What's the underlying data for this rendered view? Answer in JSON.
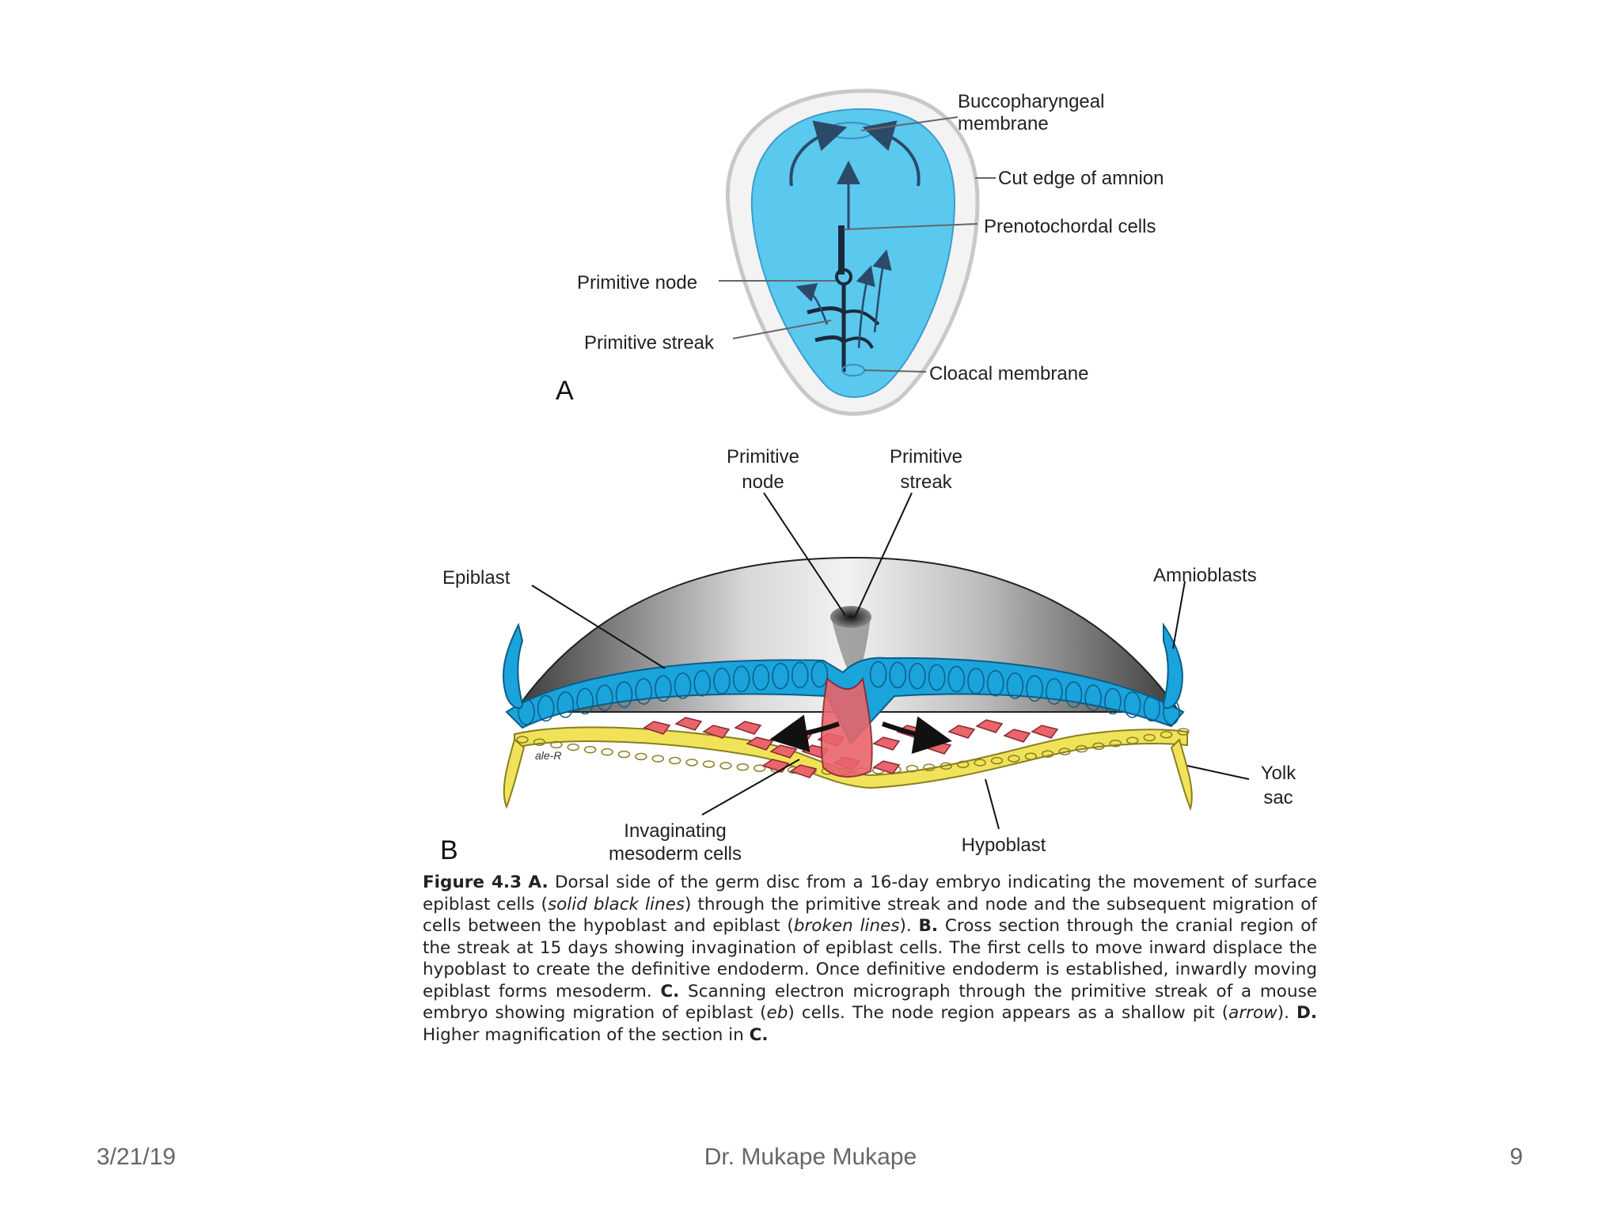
{
  "panel_a": {
    "panel_label": "A",
    "labels": {
      "bucco_1": "Buccopharyngeal",
      "bucco_2": "membrane",
      "amnion": "Cut edge of amnion",
      "prenoto": "Prenotochordal cells",
      "node": "Primitive node",
      "streak": "Primitive streak",
      "cloacal": "Cloacal membrane"
    }
  },
  "panel_b": {
    "panel_label": "B",
    "labels": {
      "node_1": "Primitive",
      "node_2": "node",
      "streak_1": "Primitive",
      "streak_2": "streak",
      "epiblast": "Epiblast",
      "amnioblasts": "Amnioblasts",
      "yolk_1": "Yolk",
      "yolk_2": "sac",
      "invag_1": "Invaginating",
      "invag_2": "mesoderm cells",
      "hypoblast": "Hypoblast",
      "signature": "ale-R"
    }
  },
  "caption": {
    "fig": "Figure 4.3",
    "a": "A.",
    "t1": " Dorsal side of the germ disc from a 16-day embryo indicating the movement of surface epiblast cells (",
    "i1": "solid black lines",
    "t2": ") through the primitive streak and node and the subsequent migration of cells between the hypoblast and epiblast (",
    "i2": "broken lines",
    "t3": "). ",
    "b": "B.",
    "t4": " Cross section through the cranial region of the streak at 15 days showing invagination of epiblast cells. The first cells to move inward displace the hypoblast to create the definitive endoderm. Once definitive endoderm is established, inwardly moving epiblast forms mesoderm. ",
    "c": "C.",
    "t5": " Scanning electron micrograph through the primitive streak of a mouse embryo showing migration of epiblast (",
    "i3": "eb",
    "t6": ") cells. The node region appears as a shallow pit (",
    "i4": "arrow",
    "t7": "). ",
    "d": "D.",
    "t8": " Higher magnification of the section in ",
    "c2": "C.",
    "t9": ""
  },
  "footer": {
    "date": "3/21/19",
    "author": "Dr. Mukape Mukape",
    "page": "9"
  },
  "colors": {
    "embryo_blue": "#5bc8ee",
    "epiblast_blue": "#1ba3dc",
    "mesoderm_red": "#e9646b",
    "hypoblast_yellow": "#f0e35a"
  }
}
